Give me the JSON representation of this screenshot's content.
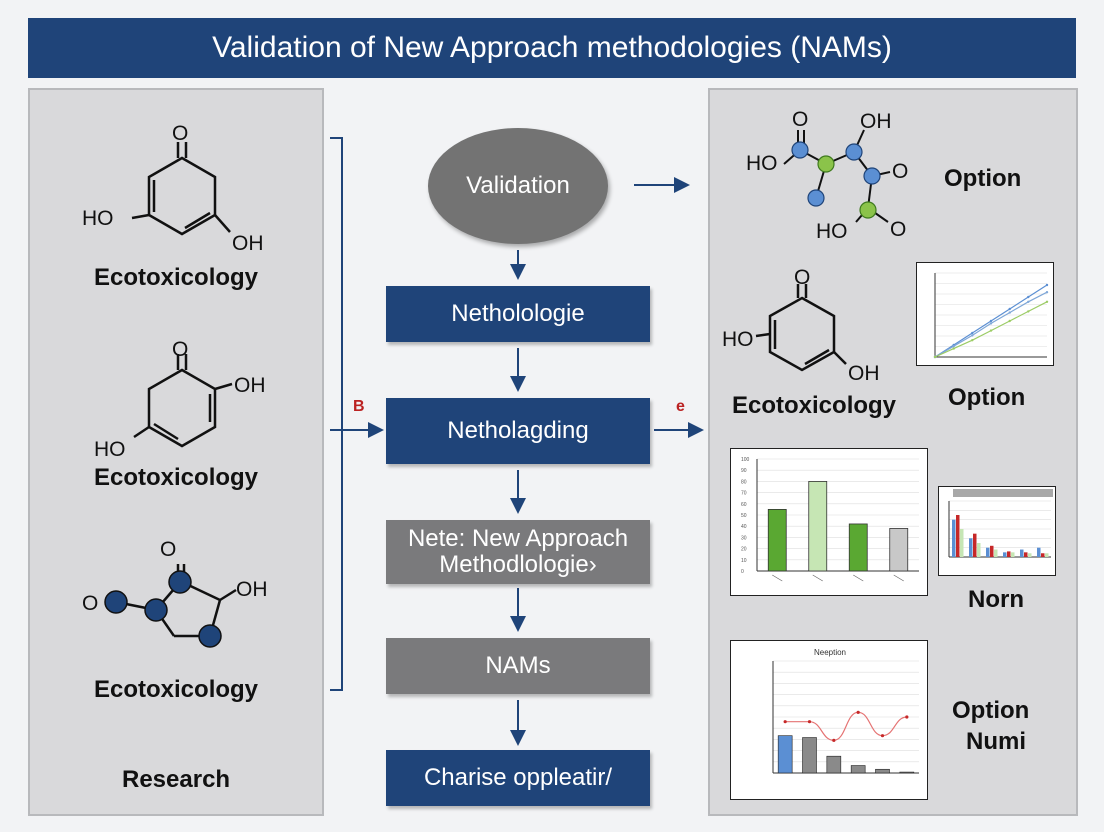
{
  "title": "Validation of New Approach methodologies (NAMs)",
  "left_panel": {
    "molecules": [
      {
        "label": "Ecotoxicology",
        "atoms": [
          "O",
          "HO",
          "OH"
        ]
      },
      {
        "label": "Ecotoxicology",
        "atoms": [
          "O",
          "OH",
          "HO"
        ]
      },
      {
        "label": "Ecotoxicology",
        "atoms": [
          "O",
          "O",
          "OH"
        ]
      }
    ],
    "footer": "Research"
  },
  "flow": {
    "start": "Validation",
    "steps": [
      "Netholologie",
      "Netholagding",
      "Nete: New Approach Methodlologie›",
      "NAMs",
      "Charise oppleatir/"
    ],
    "side_markers": [
      "B",
      "e"
    ]
  },
  "right_panel": {
    "molecule": {
      "atoms": [
        "O",
        "OH",
        "HO",
        "O",
        "HO",
        "O"
      ],
      "label": "Option"
    },
    "ring": {
      "atoms": [
        "O",
        "HO",
        "OH"
      ],
      "label": "Ecotoxicology"
    },
    "labels": [
      "Option",
      "Option",
      "Norn",
      "Option",
      "Numi"
    ],
    "chart_titles": [
      "Neeption"
    ],
    "colors": {
      "navy": "#1f4479",
      "grey": "#737373",
      "green": "#5aa832",
      "light_green": "#c6e6b4",
      "blue_dot": "#5b8fd3",
      "red_arrow": "#c0281e"
    }
  },
  "chart_data": [
    {
      "type": "line",
      "series": [
        {
          "values": [
            0,
            20,
            40,
            60,
            80,
            100,
            120
          ]
        },
        {
          "values": [
            0,
            18,
            36,
            56,
            74,
            92,
            108
          ]
        },
        {
          "values": [
            0,
            14,
            28,
            44,
            60,
            76,
            92
          ]
        }
      ],
      "ylim": [
        0,
        140
      ]
    },
    {
      "type": "bar",
      "categories": [
        "",
        "",
        "",
        ""
      ],
      "values": [
        55,
        80,
        42,
        38
      ],
      "ylim": [
        0,
        100
      ],
      "yticks": [
        "100",
        "90",
        "80",
        "70",
        "60",
        "50",
        "40",
        "30",
        "20",
        "10",
        "0"
      ]
    },
    {
      "type": "bar",
      "categories": [
        "",
        "",
        "",
        "",
        "",
        ""
      ],
      "series": [
        {
          "values": [
            40,
            20,
            10,
            5,
            8,
            10
          ]
        },
        {
          "values": [
            45,
            25,
            12,
            6,
            5,
            4
          ]
        },
        {
          "values": [
            30,
            15,
            8,
            5,
            4,
            4
          ]
        }
      ],
      "ylim": [
        0,
        60
      ]
    },
    {
      "type": "bar",
      "title": "Neeption",
      "categories": [
        "",
        "",
        "",
        "",
        "",
        ""
      ],
      "values": [
        40,
        38,
        18,
        8,
        4,
        1
      ],
      "line": [
        55,
        55,
        35,
        65,
        40,
        60
      ],
      "ylim": [
        0,
        120
      ]
    }
  ]
}
